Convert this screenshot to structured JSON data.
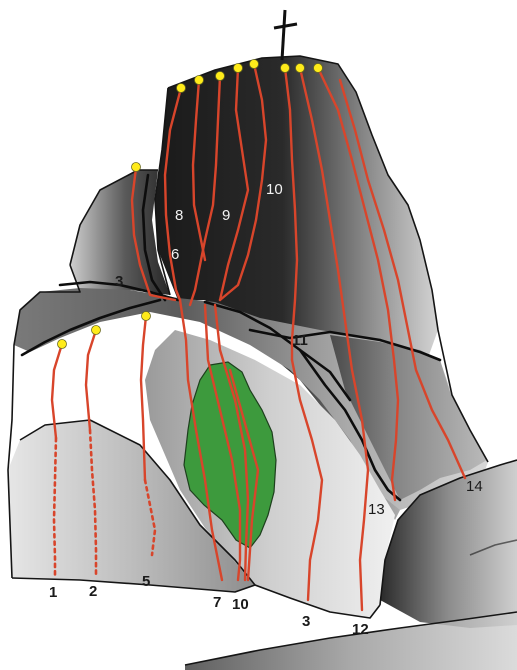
{
  "topo": {
    "colors": {
      "route": "#d8452b",
      "anchor": "#ffeb1a",
      "vegetation": "#3d9a3d",
      "rock_dark": "#1c1c1c",
      "rock_light": "#c8c8c8"
    },
    "icons": {
      "summit": "summit-cross-icon",
      "anchor": "belay-anchor-icon"
    },
    "labels": [
      {
        "id": "1",
        "text": "1"
      },
      {
        "id": "2",
        "text": "2"
      },
      {
        "id": "5",
        "text": "5"
      },
      {
        "id": "7",
        "text": "7"
      },
      {
        "id": "10b",
        "text": "10"
      },
      {
        "id": "3b",
        "text": "3"
      },
      {
        "id": "12",
        "text": "12"
      },
      {
        "id": "13",
        "text": "13"
      },
      {
        "id": "14",
        "text": "14"
      },
      {
        "id": "11",
        "text": "11"
      },
      {
        "id": "3a",
        "text": "3"
      },
      {
        "id": "6",
        "text": "6"
      },
      {
        "id": "8",
        "text": "8"
      },
      {
        "id": "9",
        "text": "9"
      },
      {
        "id": "10a",
        "text": "10"
      }
    ]
  }
}
